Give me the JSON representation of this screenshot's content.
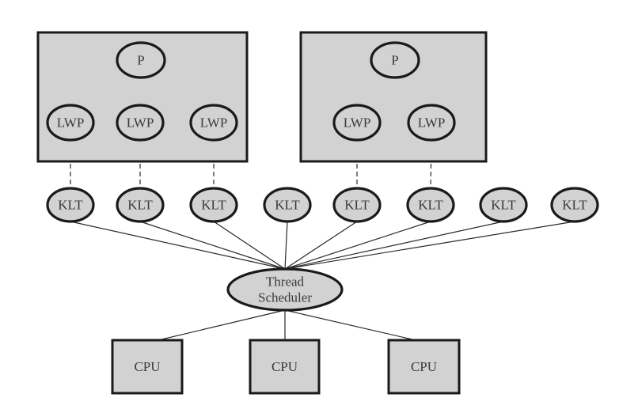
{
  "diagram": {
    "title": "",
    "processes": [
      {
        "id": "proc-1",
        "label": "P",
        "lwps": [
          {
            "label": "LWP",
            "klt": 0
          },
          {
            "label": "LWP",
            "klt": 1
          },
          {
            "label": "LWP",
            "klt": 2
          }
        ]
      },
      {
        "id": "proc-2",
        "label": "P",
        "lwps": [
          {
            "label": "LWP",
            "klt": 4
          },
          {
            "label": "LWP",
            "klt": 5
          }
        ]
      }
    ],
    "klts": [
      "KLT",
      "KLT",
      "KLT",
      "KLT",
      "KLT",
      "KLT",
      "KLT",
      "KLT"
    ],
    "scheduler": {
      "line1": "Thread",
      "line2": "Scheduler"
    },
    "cpus": [
      "CPU",
      "CPU",
      "CPU"
    ],
    "colors": {
      "fill": "#d2d2d2",
      "stroke": "#1a1a1a",
      "text": "#3a3a3a"
    }
  }
}
